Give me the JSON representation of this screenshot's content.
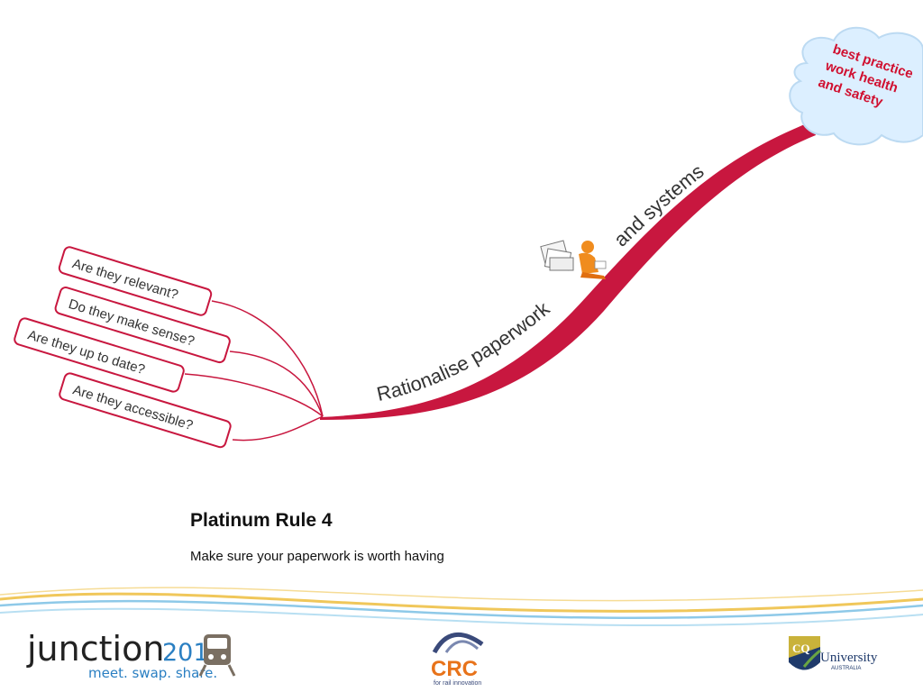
{
  "mindmap": {
    "main_branch_text_1": "Rationalise paperwork",
    "main_branch_text_2": "and systems",
    "cloud_lines": [
      "best practice",
      "work health",
      "and safety"
    ],
    "questions": [
      "Are they relevant?",
      "Do they make sense?",
      "Are they up to date?",
      "Are they accessible?"
    ]
  },
  "slide": {
    "title": "Platinum Rule 4",
    "subtitle": "Make sure your paperwork is worth having"
  },
  "footer": {
    "junction_word": "junction",
    "junction_year": "2013",
    "junction_tagline": "meet. swap. share.",
    "crc_name": "CRC",
    "crc_tagline": "for rail innovation",
    "cqu_prefix": "CQ",
    "cqu_name": "University",
    "cqu_country": "AUSTRALIA"
  },
  "colors": {
    "branch_red": "#c8173f",
    "box_border": "#c8173f",
    "cloud_fill": "#dcefff",
    "cloud_text": "#d01030",
    "junction_blue": "#2a7fc2",
    "crc_orange": "#e8731a"
  },
  "icons": [
    "paperwork-person-icon",
    "train-icon",
    "crc-arch-icon",
    "cqu-shield-icon"
  ]
}
